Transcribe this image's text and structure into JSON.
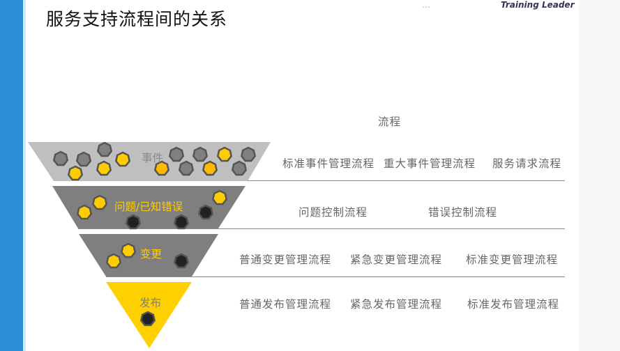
{
  "header": {
    "title": "服务支持流程间的关系",
    "brand_left": "…",
    "brand_right": "Training Leader"
  },
  "column_header": "流程",
  "colors": {
    "gray_layer": "#bfbfbf",
    "dark_layer": "#7f7f7f",
    "release_layer": "#ffd000",
    "yellow_token": "#ffcc00",
    "gray_token": "#808080",
    "black_token": "#222222",
    "accent_bar": "#2a8fd4"
  },
  "funnel": [
    {
      "label": "事件",
      "processes": [
        "标准事件管理流程",
        "重大事件管理流程",
        "服务请求流程"
      ]
    },
    {
      "label": "问题/已知错误",
      "processes": [
        "问题控制流程",
        "错误控制流程"
      ]
    },
    {
      "label": "变更",
      "processes": [
        "普通变更管理流程",
        "紧急变更管理流程",
        "标准变更管理流程"
      ]
    },
    {
      "label": "发布",
      "processes": [
        "普通发布管理流程",
        "紧急发布管理流程",
        "标准发布管理流程"
      ]
    }
  ]
}
